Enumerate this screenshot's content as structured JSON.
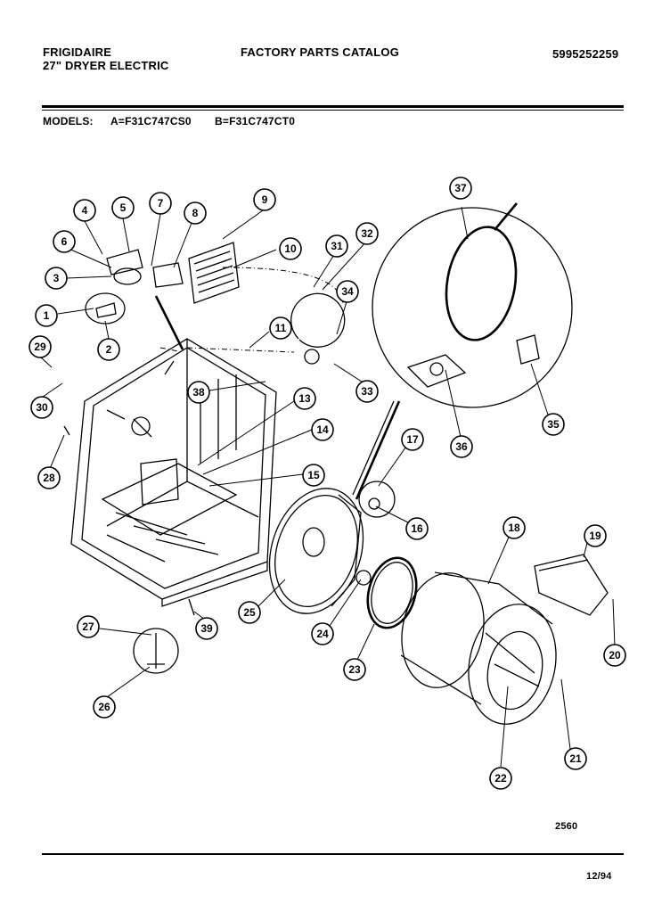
{
  "header": {
    "brand": "FRIGIDAIRE",
    "product": "27\" DRYER ELECTRIC",
    "catalog_title": "FACTORY PARTS CATALOG",
    "catalog_number": "5995252259",
    "models_label": "MODELS:",
    "model_a": "A=F31C747CS0",
    "model_b": "B=F31C747CT0"
  },
  "footer": {
    "drawing_number": "2560",
    "date": "12/94"
  },
  "callouts": [
    "1",
    "2",
    "3",
    "4",
    "5",
    "6",
    "7",
    "8",
    "9",
    "10",
    "11",
    "13",
    "14",
    "15",
    "16",
    "17",
    "18",
    "19",
    "20",
    "21",
    "22",
    "23",
    "24",
    "25",
    "26",
    "27",
    "28",
    "29",
    "30",
    "31",
    "32",
    "33",
    "34",
    "35",
    "36",
    "37",
    "38",
    "39"
  ]
}
